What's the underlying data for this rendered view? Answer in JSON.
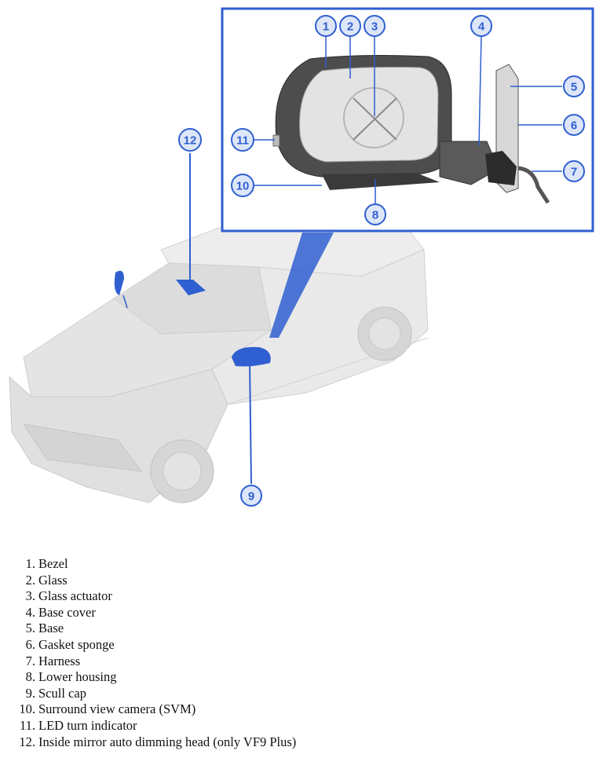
{
  "callouts": [
    "1",
    "2",
    "3",
    "4",
    "5",
    "6",
    "7",
    "8",
    "9",
    "10",
    "11",
    "12"
  ],
  "legend": [
    {
      "num": "1.",
      "text": "Bezel"
    },
    {
      "num": "2.",
      "text": "Glass"
    },
    {
      "num": "3.",
      "text": "Glass actuator"
    },
    {
      "num": "4.",
      "text": "Base cover"
    },
    {
      "num": "5.",
      "text": "Base"
    },
    {
      "num": "6.",
      "text": "Gasket sponge"
    },
    {
      "num": "7.",
      "text": "Harness"
    },
    {
      "num": "8.",
      "text": "Lower housing"
    },
    {
      "num": "9.",
      "text": "Scull cap"
    },
    {
      "num": "10.",
      "text": "Surround view camera (SVM)"
    },
    {
      "num": "11.",
      "text": "LED turn indicator"
    },
    {
      "num": "12.",
      "text": "Inside mirror auto dimming head (only VF9 Plus)"
    }
  ],
  "colors": {
    "highlight": "#2f5fd0",
    "callout_fill": "#dde6f8",
    "car": "#e6e6e6",
    "car_edge": "#c8c8c8"
  }
}
